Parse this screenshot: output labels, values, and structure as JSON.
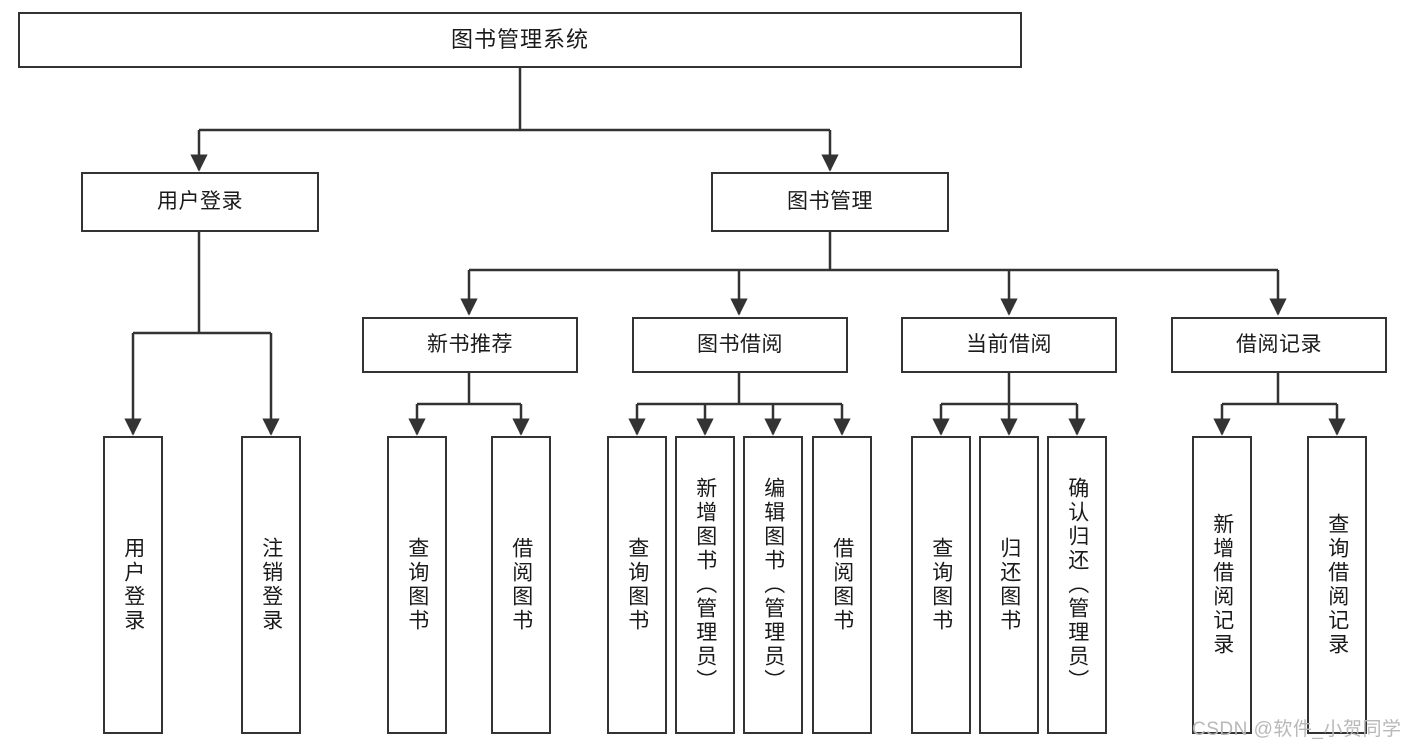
{
  "diagram": {
    "title": "图书管理系统",
    "type": "tree",
    "watermark": "CSDN @软件_小贺同学",
    "colors": {
      "border": "#333333",
      "background": "#ffffff",
      "text": "#1a1a1a",
      "connector": "#333333",
      "watermark": "#b8b8b8"
    },
    "root": {
      "label": "图书管理系统"
    },
    "level2": [
      {
        "label": "用户登录"
      },
      {
        "label": "图书管理"
      }
    ],
    "level3": [
      {
        "label": "新书推荐"
      },
      {
        "label": "图书借阅"
      },
      {
        "label": "当前借阅"
      },
      {
        "label": "借阅记录"
      }
    ],
    "leaves": {
      "user_login": [
        {
          "label": "用户登录"
        },
        {
          "label": "注销登录"
        }
      ],
      "new_book_recommend": [
        {
          "label": "查询图书"
        },
        {
          "label": "借阅图书"
        }
      ],
      "book_borrow": [
        {
          "label": "查询图书"
        },
        {
          "label": "新增图书（管理员）"
        },
        {
          "label": "编辑图书（管理员）"
        },
        {
          "label": "借阅图书"
        }
      ],
      "current_borrow": [
        {
          "label": "查询图书"
        },
        {
          "label": "归还图书"
        },
        {
          "label": "确认归还（管理员）"
        }
      ],
      "borrow_record": [
        {
          "label": "新增借阅记录"
        },
        {
          "label": "查询借阅记录"
        }
      ]
    }
  }
}
